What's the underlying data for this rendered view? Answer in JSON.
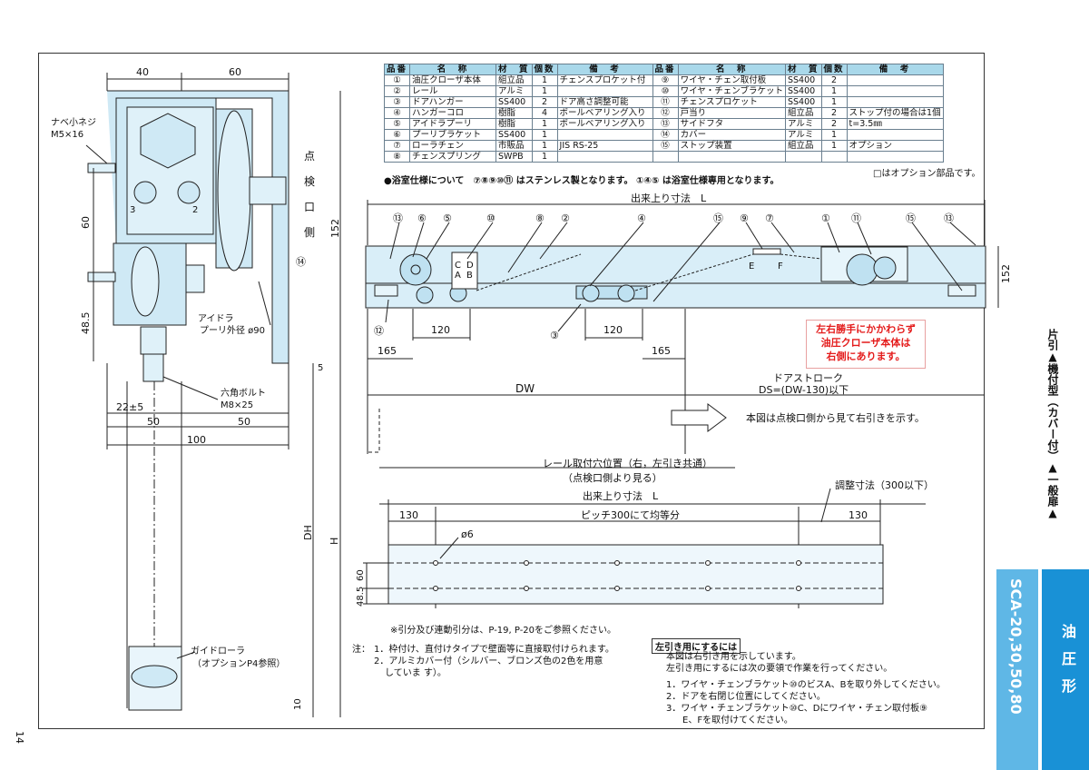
{
  "page_number": "14",
  "parts_table": {
    "headers": [
      "品番",
      "名　称",
      "材　質",
      "個数",
      "備　考",
      "品番",
      "名　称",
      "材　質",
      "個数",
      "備　考"
    ],
    "rows_left": [
      [
        "①",
        "油圧クローザ本体",
        "組立品",
        "1",
        "チェンスプロケット付"
      ],
      [
        "②",
        "レール",
        "アルミ",
        "1",
        ""
      ],
      [
        "③",
        "ドアハンガー",
        "SS400",
        "2",
        "ドア高さ調整可能"
      ],
      [
        "④",
        "ハンガーコロ",
        "樹脂",
        "4",
        "ボールベアリング入り"
      ],
      [
        "⑤",
        "アイドラプーリ",
        "樹脂",
        "1",
        "ボールベアリング入り"
      ],
      [
        "⑥",
        "プーリブラケット",
        "SS400",
        "1",
        ""
      ],
      [
        "⑦",
        "ローラチェン",
        "市販品",
        "1",
        "JIS RS-25"
      ],
      [
        "⑧",
        "チェンスプリング",
        "SWPB",
        "1",
        ""
      ]
    ],
    "rows_right": [
      [
        "⑨",
        "ワイヤ・チェン取付板",
        "SS400",
        "2",
        ""
      ],
      [
        "⑩",
        "ワイヤ・チェンブラケット",
        "SS400",
        "1",
        ""
      ],
      [
        "⑪",
        "チェンスプロケット",
        "SS400",
        "1",
        ""
      ],
      [
        "⑫",
        "戸当り",
        "組立品",
        "2",
        "ストップ付の場合は1個"
      ],
      [
        "⑬",
        "サイドフタ",
        "アルミ",
        "2",
        "t=3.5㎜"
      ],
      [
        "⑭",
        "カバー",
        "アルミ",
        "1",
        ""
      ],
      [
        "⑮",
        "ストップ装置",
        "組立品",
        "1",
        "オプション"
      ],
      [
        "",
        "",
        "",
        "",
        ""
      ]
    ]
  },
  "bath_note": "●浴室仕様について　⑦⑧⑨⑩⑪ はステンレス製となります。 ①④⑤ は浴室仕様専用となります。",
  "option_note": "□はオプション部品です。",
  "left_view": {
    "dim_40": "40",
    "dim_60": "60",
    "screw_label": "ナベ小ネジ",
    "screw_spec": "M5×16",
    "dim_60v": "60",
    "dim_48_5": "48.5",
    "dim_152": "152",
    "inspection": [
      "点",
      "検",
      "口",
      "側"
    ],
    "item14": "⑭",
    "idler_label": "アイドラ",
    "idler_spec": "プーリ外径 ø90",
    "bolt_label": "六角ボルト",
    "bolt_spec": "M8×25",
    "dim_5": "5",
    "dim_22": "22±5",
    "dim_50a": "50",
    "dim_50b": "50",
    "dim_100": "100",
    "dim_DH": "DH",
    "dim_H": "H",
    "guide_label": "ガイドローラ",
    "guide_spec": "（オプションP4参照）",
    "dim_10": "10",
    "num3": "3",
    "num2": "2"
  },
  "front_view": {
    "title": "出来上り寸法　L",
    "callouts": [
      "⑬",
      "⑥",
      "⑤",
      "⑩",
      "⑧",
      "②",
      "④",
      "⑮",
      "⑨",
      "⑦",
      "①",
      "⑪",
      "⑮",
      "⑬"
    ],
    "dim_152": "152",
    "letters": [
      "C",
      "D",
      "A",
      "B",
      "E",
      "F"
    ],
    "item12": "⑫",
    "item3": "③",
    "dim_120a": "120",
    "dim_120b": "120",
    "dim_165a": "165",
    "dim_165b": "165",
    "dw": "DW",
    "stroke_title": "ドアストローク",
    "stroke_formula": "DS=(DW-130)以下",
    "arrow_note": "本図は点検口側から見て右引きを示す。"
  },
  "red_note": [
    "左右勝手にかかわらず",
    "油圧クローザ本体は",
    "右側にあります。"
  ],
  "rail_view": {
    "title1": "レール取付穴位置（右，左引き共通）",
    "title2": "（点検口側より見る）",
    "title3": "出来上り寸法　L",
    "adjust": "調整寸法（300以下）",
    "dim_130a": "130",
    "pitch": "ピッチ300にて均等分",
    "dim_130b": "130",
    "hole": "ø6",
    "dim_60": "60",
    "dim_48_5": "48.5"
  },
  "notes": {
    "ref": "※引分及び連動引分は、P-19, P-20をご参照ください。",
    "note_label": "注：",
    "n1": "1．枠付け、直付けタイプで壁面等に直接取付けられます。",
    "n2a": "2．アルミカバー付（シルバー、ブロンズ色の2色を用意",
    "n2b": "していま す）。"
  },
  "left_pull": {
    "box": "左引き用にするには",
    "l0": "本図は右引き用を示しています。",
    "l1": "左引き用にするには次の要領で作業を行ってください。",
    "l2": "1．ワイヤ・チェンブラケット⑩のビスA、Bを取り外してください。",
    "l3": "2．ドアを右閉じ位置にしてください。",
    "l4": "3．ワイヤ・チェンブラケット⑩C、Dにワイヤ・チェン取付板⑨",
    "l5": "E、Fを取付けてください。"
  },
  "side_tab": {
    "category": "片引▲機付型（カバー付）▲一般扉▲",
    "model": "SCA-20,30,50,80",
    "type": "油圧形"
  },
  "colors": {
    "blue_light": "#5fb7e6",
    "blue_dark": "#1991d6",
    "part_fill": "#cfe9f5",
    "red": "#e41b1b"
  }
}
